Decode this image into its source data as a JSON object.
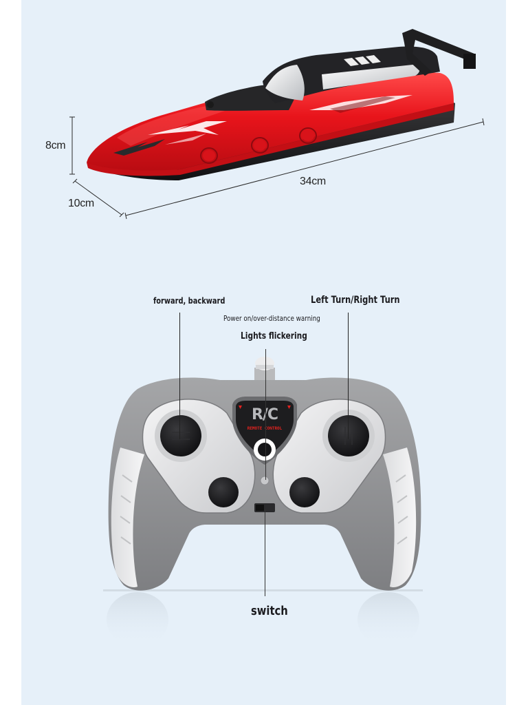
{
  "boat": {
    "dimensions": {
      "height": "8cm",
      "width": "10cm",
      "length": "34cm"
    },
    "colors": {
      "hull_red": "#e8141b",
      "hull_black": "#1c1c1e",
      "cabin_black": "#222225",
      "window_white": "#e9eaec"
    }
  },
  "controller": {
    "logo": {
      "main": "R/C",
      "sub": "REMOTE CONTROL",
      "accent": "#e3221f"
    },
    "callouts": {
      "left_stick": "forward, backward",
      "right_stick": "Left Turn/Right Turn",
      "power_indicator": "Power on/over-distance warning",
      "lights": "Lights flickering",
      "switch": "switch"
    },
    "colors": {
      "body_gray": "#8e8f91",
      "face_silver": "#e2e3e5",
      "stick_black": "#19191b"
    }
  },
  "background": {
    "panel": "#e6f0f9",
    "margin": "#ffffff"
  }
}
